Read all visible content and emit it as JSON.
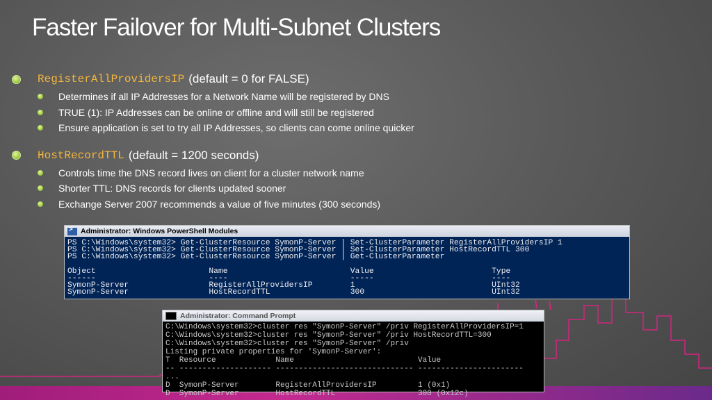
{
  "title": "Faster Failover for Multi-Subnet Clusters",
  "sections": [
    {
      "code": "RegisterAllProvidersIP",
      "desc": "(default = 0 for FALSE)",
      "items": [
        "Determines if all IP Addresses for a Network Name will be registered by DNS",
        "TRUE (1): IP Addresses can be online or offline and will still be registered",
        "Ensure application is set to try all IP Addresses, so clients can come online quicker"
      ]
    },
    {
      "code": "HostRecordTTL",
      "desc": "(default = 1200 seconds)",
      "items": [
        "Controls time the DNS record lives on client for a cluster network name",
        "Shorter TTL: DNS records for clients updated sooner",
        "Exchange Server 2007 recommends a value of five minutes (300 seconds)"
      ]
    }
  ],
  "powershell": {
    "title": "Administrator: Windows PowerShell Modules",
    "lines": [
      "PS C:\\Windows\\system32> Get-ClusterResource SymonP-Server | Set-ClusterParameter RegisterAllProvidersIP 1",
      "PS C:\\Windows\\system32> Get-ClusterResource SymonP-Server | Set-ClusterParameter HostRecordTTL 300",
      "PS C:\\Windows\\system32> Get-ClusterResource SymonP-Server | Get-ClusterParameter",
      "",
      "Object                        Name                          Value                         Type",
      "------                        ----                          -----                         ----",
      "SymonP-Server                 RegisterAllProvidersIP        1                             UInt32",
      "SymonP-Server                 HostRecordTTL                 300                           UInt32"
    ]
  },
  "cmd": {
    "title": "Administrator: Command Prompt",
    "lines": [
      "C:\\Windows\\system32>cluster res \"SymonP-Server\" /priv RegisterAllProvidersIP=1",
      "C:\\Windows\\system32>cluster res \"SymonP-Server\" /priv HostRecordTTL=300",
      "C:\\Windows\\system32>cluster res \"SymonP-Server\" /priv",
      "Listing private properties for 'SymonP-Server':",
      "T  Resource             Name                           Value",
      "-- -------------------- ------------------------------ -----------------------",
      "...",
      "D  SymonP-Server        RegisterAllProvidersIP         1 (0x1)",
      "D  SymonP-Server        HostRecordTTL                  300 (0x12c)"
    ]
  },
  "colors": {
    "accent_code": "#f4b63d",
    "bullet": "#8fc431",
    "ps_bg": "#012456",
    "skyline": "#d0267f"
  }
}
